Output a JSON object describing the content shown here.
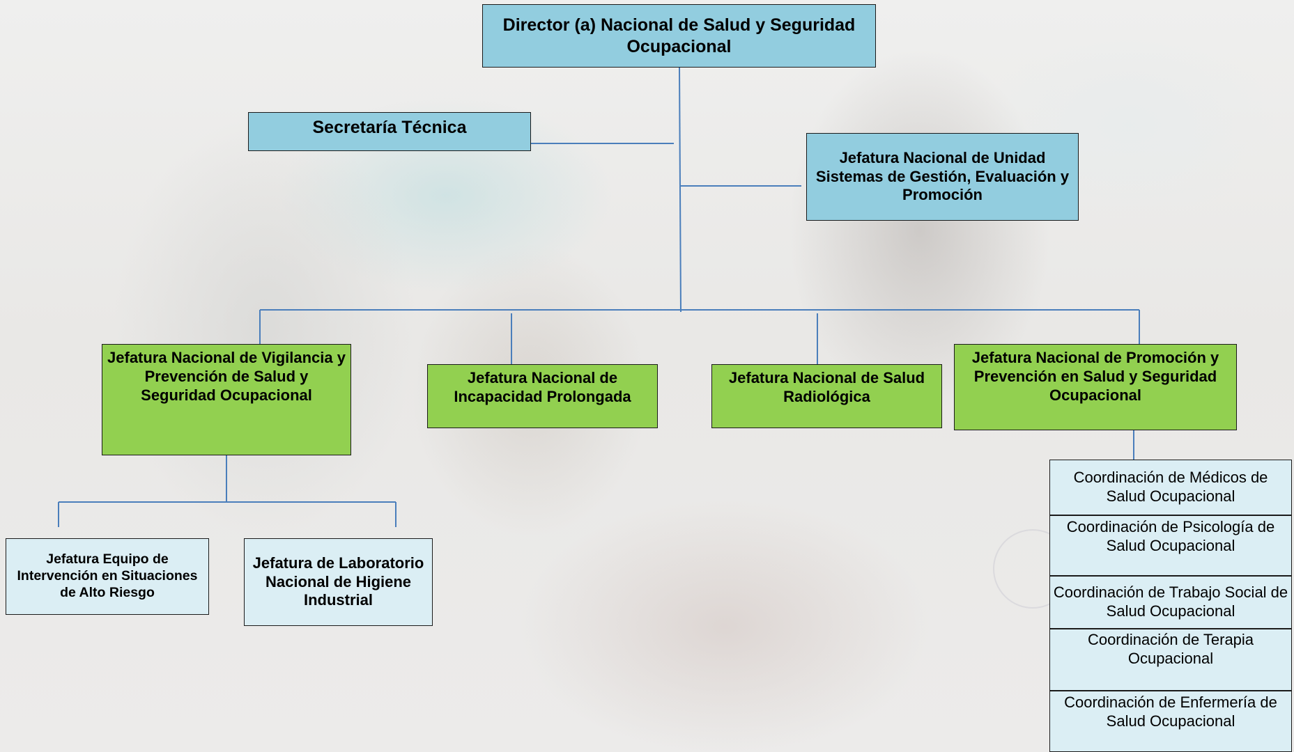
{
  "colors": {
    "director_fill": "#92cddf",
    "jefatura_fill": "#92d050",
    "sub_fill": "#dbeef4",
    "connector": "#4a7ebb",
    "border": "#1a1a1a"
  },
  "org": {
    "director": "Director (a) Nacional de Salud y Seguridad Ocupacional",
    "secretaria": "Secretaría Técnica",
    "jefatura_sistemas": "Jefatura Nacional de Unidad Sistemas de Gestión, Evaluación y Promoción",
    "jefatura_vigilancia": "Jefatura  Nacional de Vigilancia y Prevención de Salud y Seguridad Ocupacional",
    "jefatura_incapacidad": "Jefatura  Nacional  de Incapacidad Prolongada",
    "jefatura_radiologica": "Jefatura  Nacional  de Salud Radiológica",
    "jefatura_promocion": "Jefatura  Nacional de Promoción y Prevención en Salud y Seguridad Ocupacional",
    "equipo_intervencion": "Jefatura Equipo de Intervención en Situaciones de Alto Riesgo",
    "laboratorio": "Jefatura de Laboratorio Nacional de Higiene Industrial",
    "coordinaciones": [
      "Coordinación de Médicos de Salud Ocupacional",
      "Coordinación de Psicología de Salud Ocupacional",
      "Coordinación de Trabajo Social de Salud Ocupacional",
      "Coordinación de Terapia Ocupacional",
      "Coordinación de Enfermería de Salud Ocupacional"
    ]
  }
}
